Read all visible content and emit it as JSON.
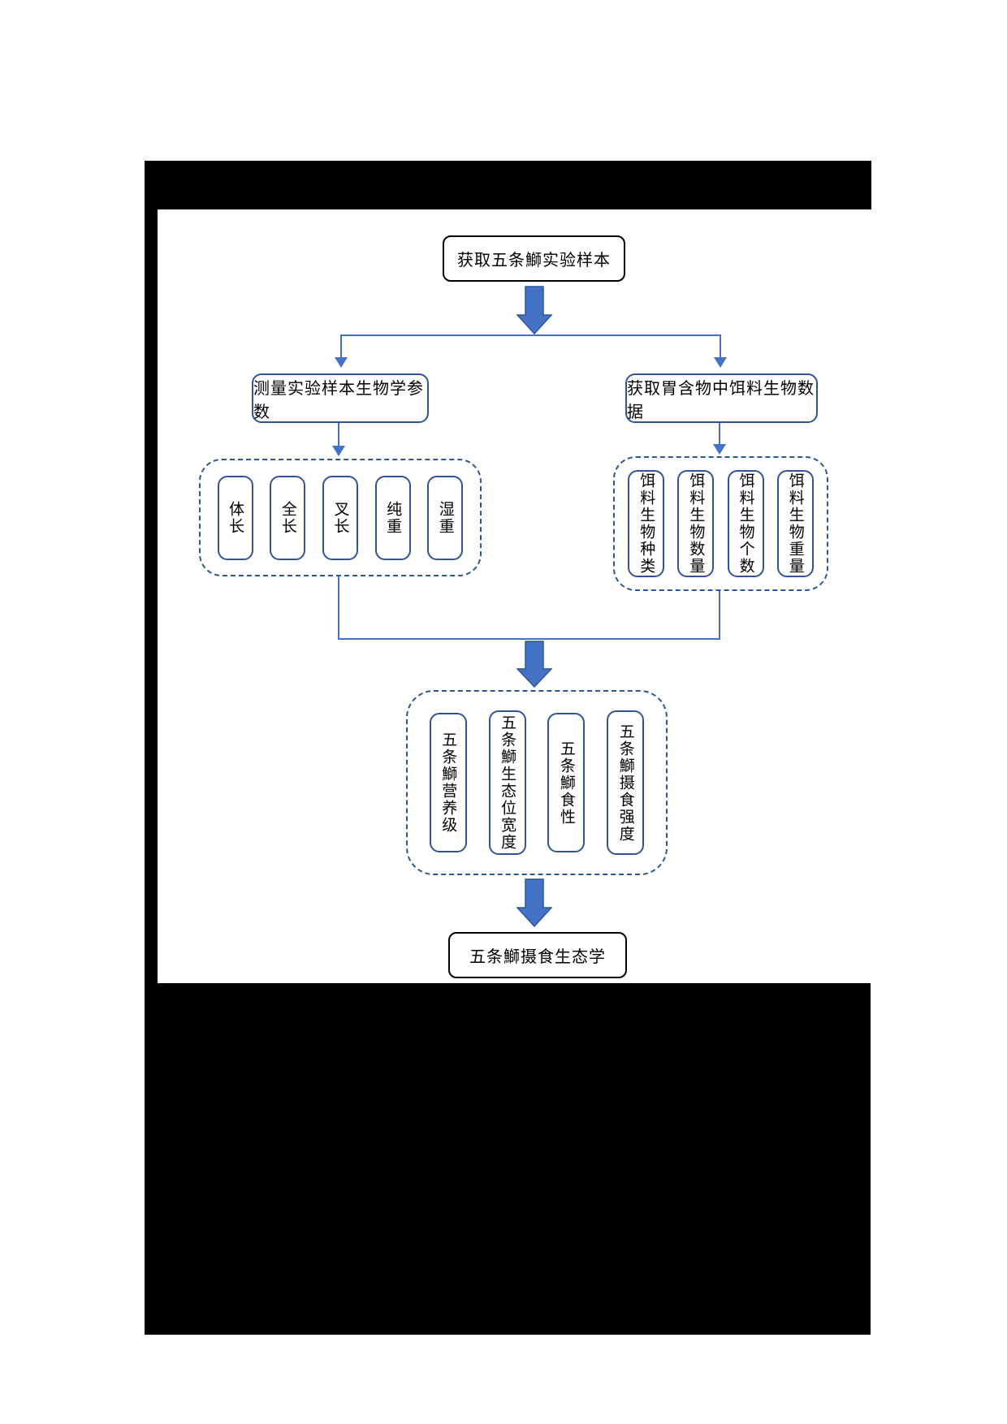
{
  "colors": {
    "arrow_fill": "#4472C4",
    "arrow_stroke": "#2F5597",
    "line": "#4472C4",
    "node_border": "#2F5597",
    "plain_border": "#000000",
    "redaction": "#000000"
  },
  "flowchart": {
    "top_node": "获取五条鰤实验样本",
    "branch_left_node": "测量实验样本生物学参数",
    "branch_right_node": "获取胃含物中饵料生物数据",
    "bio_params": [
      "体长",
      "全长",
      "叉长",
      "纯重",
      "湿重"
    ],
    "prey_params": [
      "饵料生物种类",
      "饵料生物数量",
      "饵料生物个数",
      "饵料生物重量"
    ],
    "result_params": [
      "五条鰤营养级",
      "五条鰤生态位宽度",
      "五条鰤食性",
      "五条鰤摄食强度"
    ],
    "bottom_node": "五条鰤摄食生态学"
  }
}
